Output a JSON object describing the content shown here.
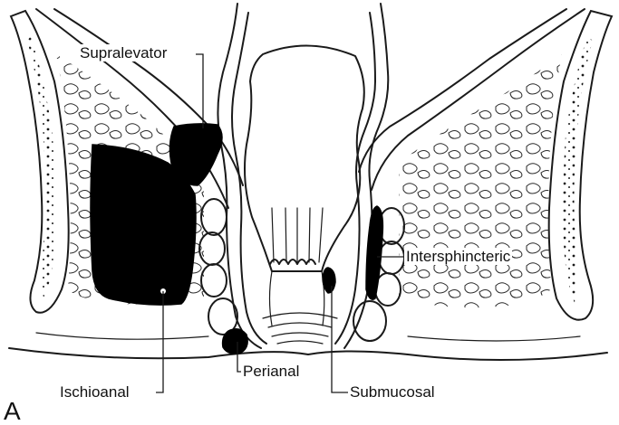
{
  "figure": {
    "panel_letter": "A",
    "labels": {
      "supralevator": "Supralevator",
      "intersphincteric": "Intersphincteric",
      "perianal": "Perianal",
      "ischioanal": "Ischioanal",
      "submucosal": "Submucosal"
    },
    "colors": {
      "ink": "#1a1a1a",
      "abscess_fill": "#000000",
      "background": "#ffffff"
    }
  }
}
